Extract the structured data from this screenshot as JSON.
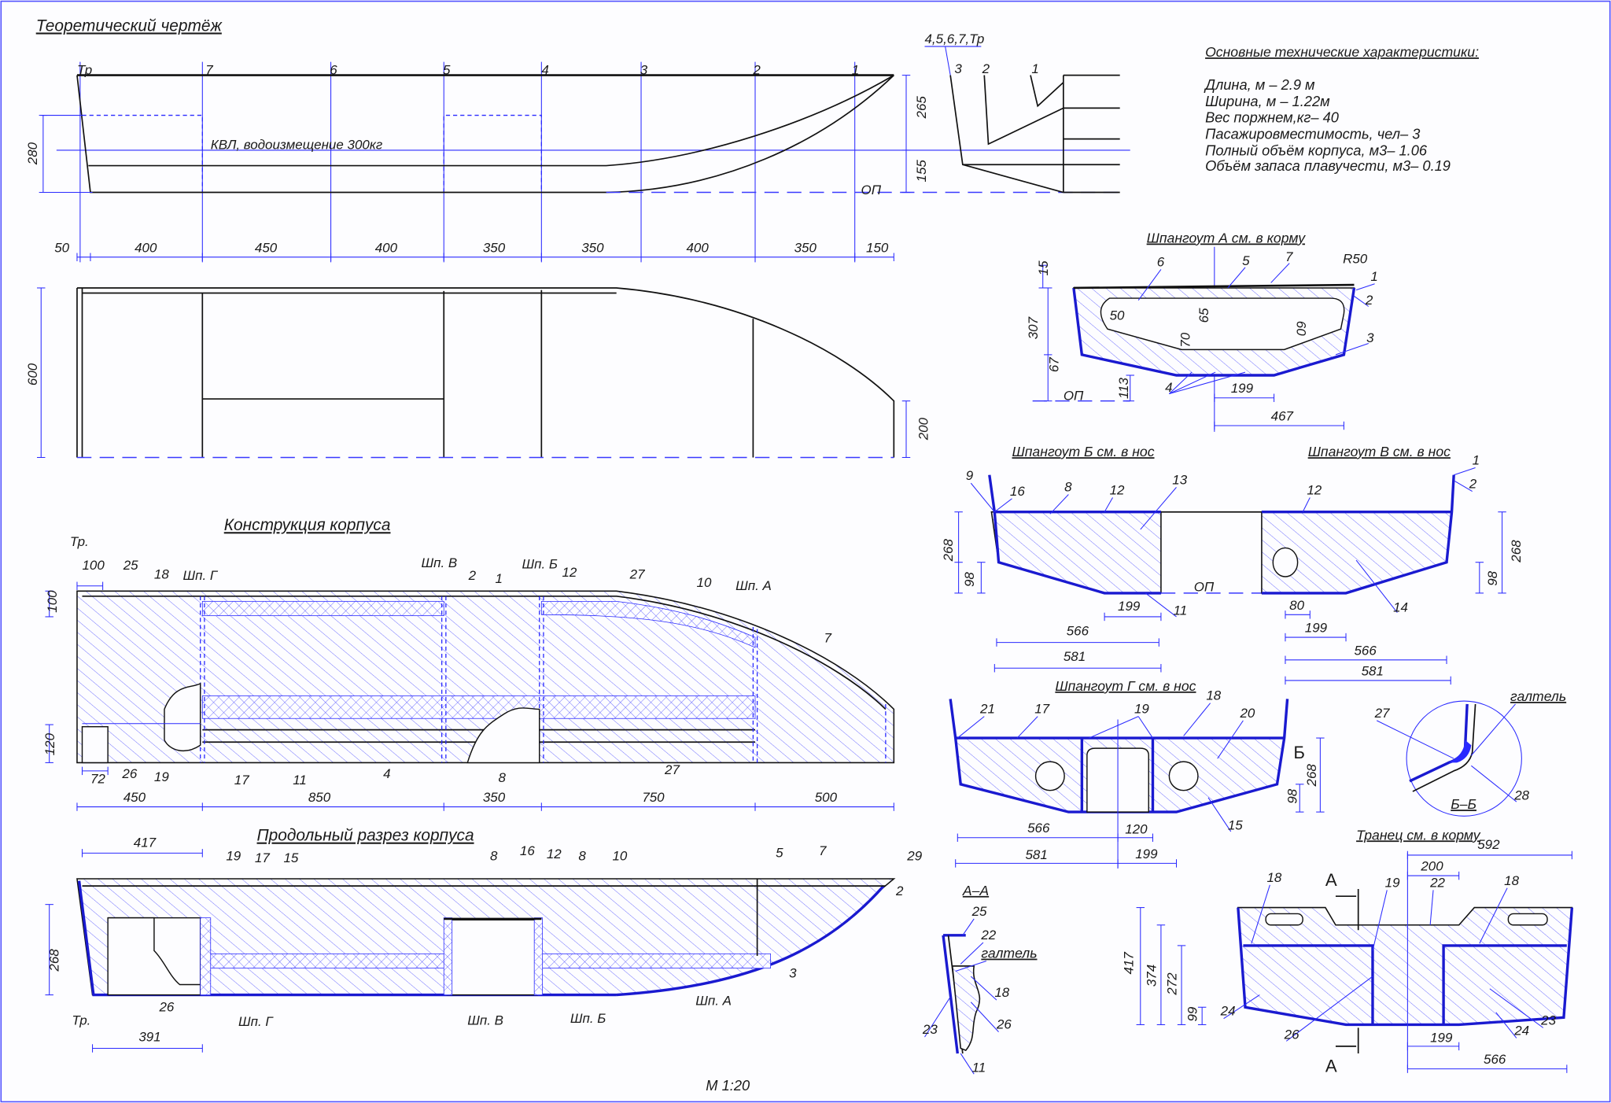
{
  "drawing": {
    "scale": "М 1:20"
  },
  "lines_plan": {
    "title": "Теоретический чертёж",
    "stations": [
      "Тр",
      "7",
      "6",
      "5",
      "4",
      "3",
      "2",
      "1"
    ],
    "waterline": "КВЛ, водоизмещение 300кг",
    "baseline": "ОП",
    "spacings": [
      "50",
      "400",
      "450",
      "400",
      "350",
      "350",
      "400",
      "350",
      "150"
    ],
    "heights": [
      "280",
      "265",
      "155"
    ],
    "halfbreadth": [
      "600",
      "200"
    ]
  },
  "body_plan": {
    "aft_stations": "4,5,6,7,Тр",
    "stations": [
      "3",
      "2",
      "1"
    ]
  },
  "specs": {
    "title": "Основные технические характеристики:",
    "items": [
      "Длина, м – 2.9 м",
      "Ширина, м – 1.22м",
      "Вес поржнем,кг– 40",
      "Пасажировместимость, чел– 3",
      "Полный объём корпуса, м3– 1.06",
      "Объём запаса плавучести, м3– 0.19"
    ]
  },
  "frame_a": {
    "title": "Шпангоут А см. в корму",
    "parts": [
      "6",
      "5",
      "7",
      "1",
      "2",
      "3",
      "4"
    ],
    "radius": "R50",
    "dims": [
      "15",
      "307",
      "67",
      "113",
      "50",
      "65",
      "70",
      "60",
      "199",
      "467"
    ],
    "baseline": "ОП"
  },
  "frame_b": {
    "title": "Шпангоут Б см. в нос",
    "parts": [
      "9",
      "16",
      "8",
      "12",
      "13",
      "11"
    ],
    "dims": [
      "268",
      "98",
      "199",
      "566",
      "581"
    ],
    "baseline": "ОП"
  },
  "frame_v": {
    "title": "Шпангоут В см. в нос",
    "parts": [
      "1",
      "2",
      "12",
      "14"
    ],
    "dims": [
      "268",
      "98",
      "80",
      "199",
      "566",
      "581"
    ]
  },
  "frame_g": {
    "title": "Шпангоут Г см. в нос",
    "parts": [
      "21",
      "17",
      "19",
      "18",
      "20",
      "15"
    ],
    "dims": [
      "268",
      "98",
      "566",
      "120",
      "581",
      "199"
    ],
    "section_mark": "Б"
  },
  "detail_bb": {
    "title": "Б–Б",
    "fillet": "галтель",
    "parts": [
      "27",
      "28"
    ]
  },
  "transom": {
    "title": "Транец см. в корму",
    "parts": [
      "18",
      "19",
      "22",
      "18",
      "24",
      "26",
      "24",
      "23"
    ],
    "dims": [
      "592",
      "200",
      "417",
      "374",
      "272",
      "99",
      "199",
      "566"
    ],
    "section_marks": [
      "А",
      "А"
    ]
  },
  "section_aa": {
    "title": "А–А",
    "fillet": "галтель",
    "parts": [
      "25",
      "22",
      "18",
      "26",
      "23",
      "11"
    ]
  },
  "construction": {
    "title": "Конструкция корпуса",
    "transom": "Тр.",
    "frames": [
      "Шп. Г",
      "Шп. В",
      "Шп. Б",
      "Шп. А"
    ],
    "parts": [
      "25",
      "18",
      "2",
      "1",
      "12",
      "27",
      "10",
      "7",
      "26",
      "19",
      "17",
      "11",
      "4",
      "8",
      "27"
    ],
    "dims": [
      "100",
      "100",
      "120",
      "72",
      "450",
      "850",
      "350",
      "750",
      "500"
    ]
  },
  "long_section": {
    "title": "Продольный разрез корпуса",
    "transom": "Тр.",
    "frames": [
      "Шп. Г",
      "Шп. В",
      "Шп. Б",
      "Шп. А"
    ],
    "parts": [
      "19",
      "17",
      "15",
      "8",
      "16",
      "12",
      "8",
      "10",
      "5",
      "7",
      "29",
      "2",
      "3",
      "26"
    ],
    "dims": [
      "417",
      "268",
      "391"
    ]
  }
}
